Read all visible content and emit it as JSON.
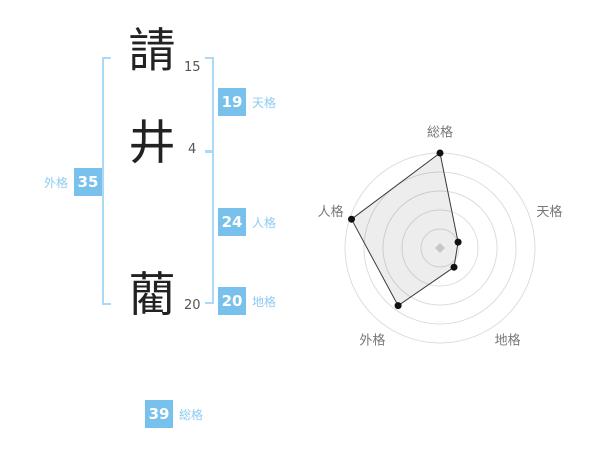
{
  "name": {
    "characters": [
      {
        "char": "請",
        "strokes": "15"
      },
      {
        "char": "井",
        "strokes": "4"
      },
      {
        "char": "藺",
        "strokes": "20"
      }
    ]
  },
  "scores": {
    "tenkaku": {
      "label": "天格",
      "value": "19"
    },
    "jinkaku": {
      "label": "人格",
      "value": "24"
    },
    "chikaku": {
      "label": "地格",
      "value": "20"
    },
    "gaikaku": {
      "label": "外格",
      "value": "35"
    },
    "soukaku": {
      "label": "総格",
      "value": "39"
    }
  },
  "colors": {
    "accent": "#79C1ED",
    "label_blue": "#8CCBF2",
    "bracket_blue": "#ABD9F6",
    "ring_gray": "#DDDDDD",
    "chart_label_gray": "#777777",
    "polygon_stroke": "#3A3A3A",
    "polygon_fill": "rgba(0,0,0,0.07)",
    "dot_black": "#111111",
    "center_marker_gray": "#C8C8C8"
  },
  "chart_data": {
    "type": "radar",
    "categories": [
      "総格",
      "天格",
      "地格",
      "外格",
      "人格"
    ],
    "values": [
      100,
      20,
      25,
      75,
      98
    ],
    "max": 100,
    "rings": 5,
    "start_angle_deg": -90,
    "grid": "concentric-circles",
    "legend": "none",
    "title": ""
  }
}
